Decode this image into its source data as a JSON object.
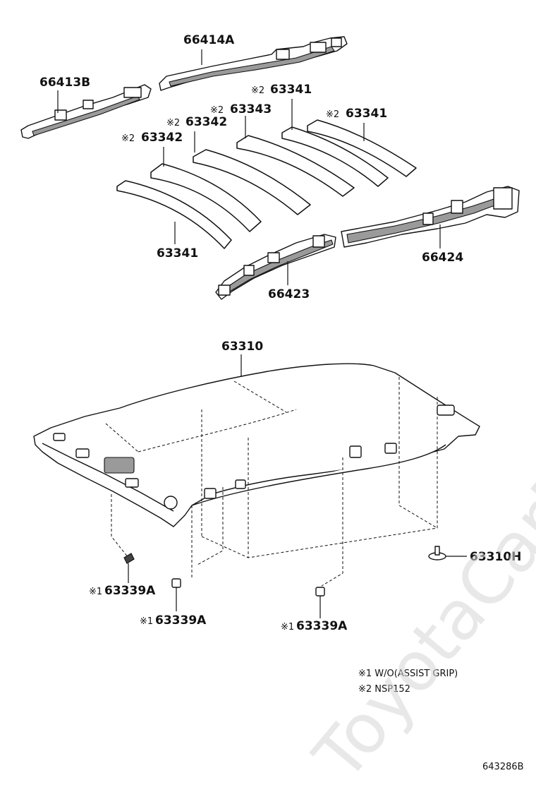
{
  "watermark": "ToyotaCarMine.ru",
  "parts": {
    "p66414A": "66414A",
    "p66413B": "66413B",
    "p63341_top": "63341",
    "p63341_right": "63341",
    "p63343": "63343",
    "p63342_a": "63342",
    "p63342_b": "63342",
    "p63341_bottom": "63341",
    "p66424": "66424",
    "p66423": "66423",
    "p63310": "63310",
    "p63310H": "63310H",
    "p63339A_a": "63339A",
    "p63339A_b": "63339A",
    "p63339A_c": "63339A"
  },
  "marks": {
    "m2": "※2",
    "m1": "※1"
  },
  "legend": {
    "note1": "※1 W/O(ASSIST GRIP)",
    "note2": "※2 NSP152"
  },
  "diagram_code": "643286B"
}
